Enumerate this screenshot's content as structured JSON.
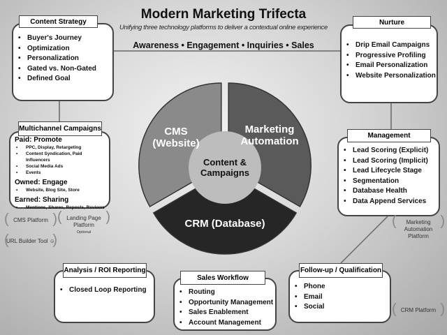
{
  "header": {
    "title": "Modern Marketing Trifecta",
    "subtitle": "Unifying three technology platforms to deliver a contextual online experience",
    "stages": "Awareness • Engagement • Inquiries • Sales"
  },
  "wheel": {
    "cms": [
      "CMS",
      "(Website)"
    ],
    "ma": [
      "Marketing",
      "Automation"
    ],
    "crm": "CRM (Database)",
    "center": [
      "Content &",
      "Campaigns"
    ],
    "colors": {
      "cms": "#8a8a8a",
      "ma": "#5a5a5a",
      "crm": "#262626",
      "center": "#bdbdbd"
    }
  },
  "content_strategy": {
    "title": "Content Strategy",
    "items": [
      "Buyer's Journey",
      "Optimization",
      "Personalization",
      "Gated vs. Non-Gated",
      "Defined Goal"
    ]
  },
  "nurture": {
    "title": "Nurture",
    "items": [
      "Drip Email Campaigns",
      "Progressive Profiling",
      "Email Personalization",
      "Website Personalization"
    ]
  },
  "multichannel": {
    "title": "Multichannel Campaigns",
    "sections": [
      {
        "heading": "Paid: Promote",
        "items": [
          "PPC, Display, Retargeting",
          "Content Syndication, Paid Influencers",
          "Social Media Ads",
          "Events"
        ]
      },
      {
        "heading": "Owned: Engage",
        "items": [
          "Website, Blog Site, Store"
        ]
      },
      {
        "heading": "Earned: Sharing",
        "items": [
          "Mentions, Shares, Reposts, Reviews"
        ]
      }
    ]
  },
  "management": {
    "title": "Management",
    "items": [
      "Lead Scoring (Explicit)",
      "Lead Scoring (Implicit)",
      "Lead Lifecycle Stage",
      "Segmentation",
      "Database Health",
      "Data Append Services"
    ]
  },
  "analysis": {
    "title": "Analysis / ROI Reporting",
    "items": [
      "Closed Loop Reporting"
    ]
  },
  "sales_workflow": {
    "title": "Sales Workflow",
    "items": [
      "Routing",
      "Opportunity Management",
      "Sales Enablement",
      "Account Management"
    ]
  },
  "followup": {
    "title": "Follow-up / Qualification",
    "items": [
      "Phone",
      "Email",
      "Social"
    ]
  },
  "platforms": {
    "cms": "CMS Platform",
    "landing": "Landing Page Platform",
    "landing_note": "Optional",
    "url_builder": "URL Builder Tool ☺",
    "ma": "Marketing Automation Platform",
    "crm": "CRM Platform"
  }
}
